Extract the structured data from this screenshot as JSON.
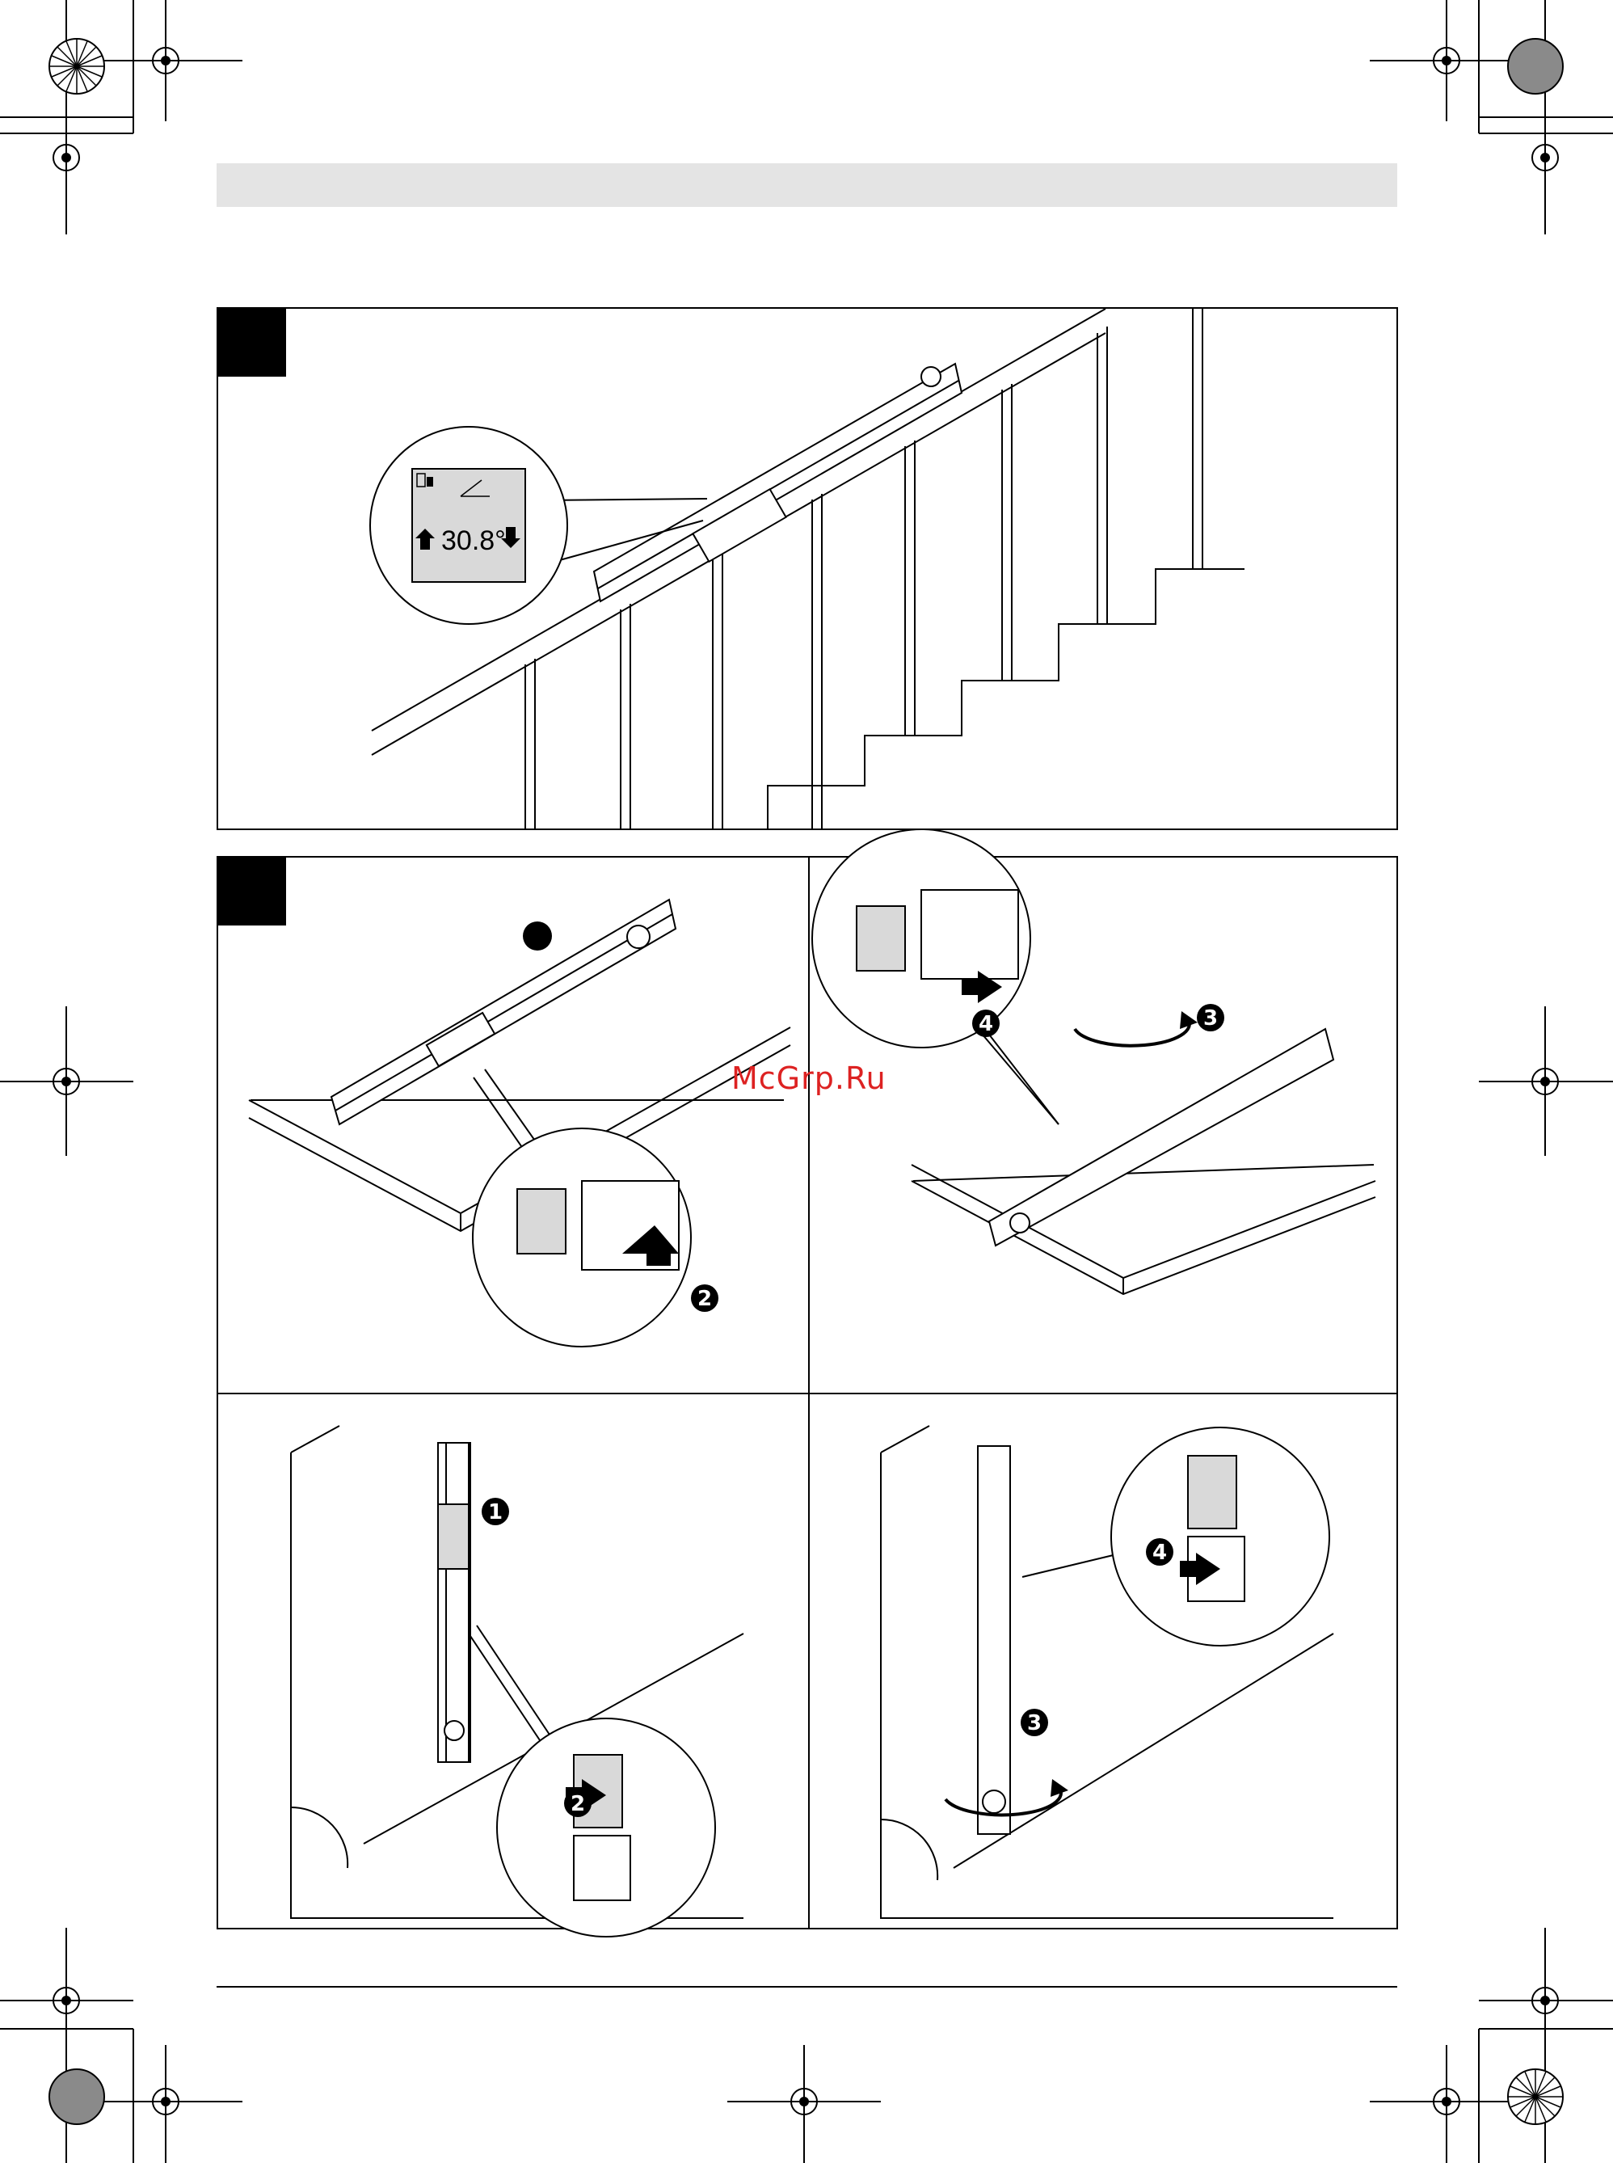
{
  "display": {
    "angle_value": "30.8°"
  },
  "watermark": {
    "text": "McGrp.Ru"
  },
  "steps": {
    "step1": "1",
    "step2": "2",
    "step3": "3",
    "step4": "4"
  },
  "icons": {
    "registration": "crosshair-registration-icon",
    "rotate": "rotate-arrow-icon",
    "press": "press-arrow-icon",
    "angle": "angle-icon",
    "battery": "battery-icon",
    "up_arrow": "up-arrow-icon",
    "down_arrow": "down-arrow-icon"
  },
  "colors": {
    "header_bar": "#e4e4e4",
    "ink": "#000000",
    "lcd": "#d9d9d9",
    "watermark": "#dd2222"
  }
}
